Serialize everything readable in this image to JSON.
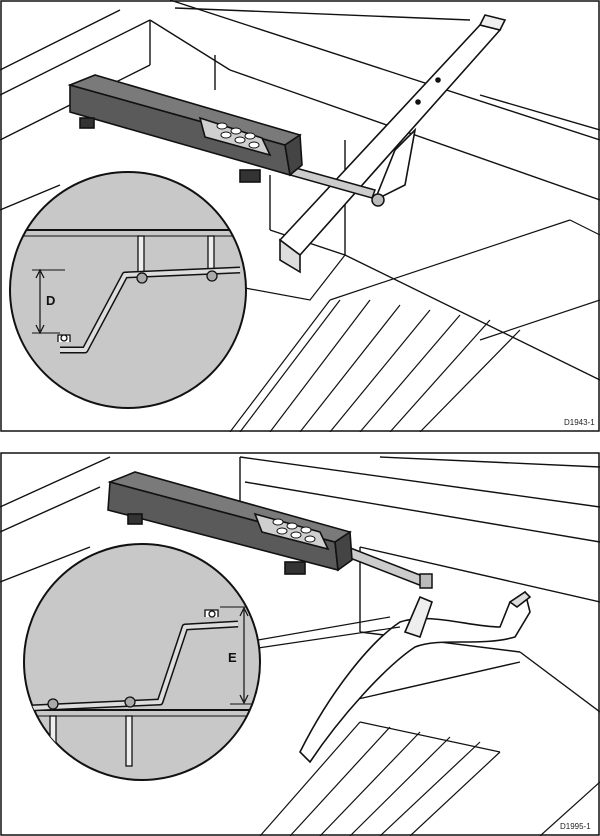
{
  "figures": [
    {
      "id": "top",
      "dimension_label": "D",
      "reference_code": "D1943-1"
    },
    {
      "id": "bottom",
      "dimension_label": "E",
      "reference_code": "D1995-1"
    }
  ],
  "colors": {
    "line": "#111111",
    "background": "#ffffff",
    "pilot_body": "#5a5a5a",
    "pilot_top": "#7a7a7a",
    "keypad": "#cfcfcf",
    "zoom_circle": "#c8c8c8",
    "hatch": "#9a9a9a"
  }
}
